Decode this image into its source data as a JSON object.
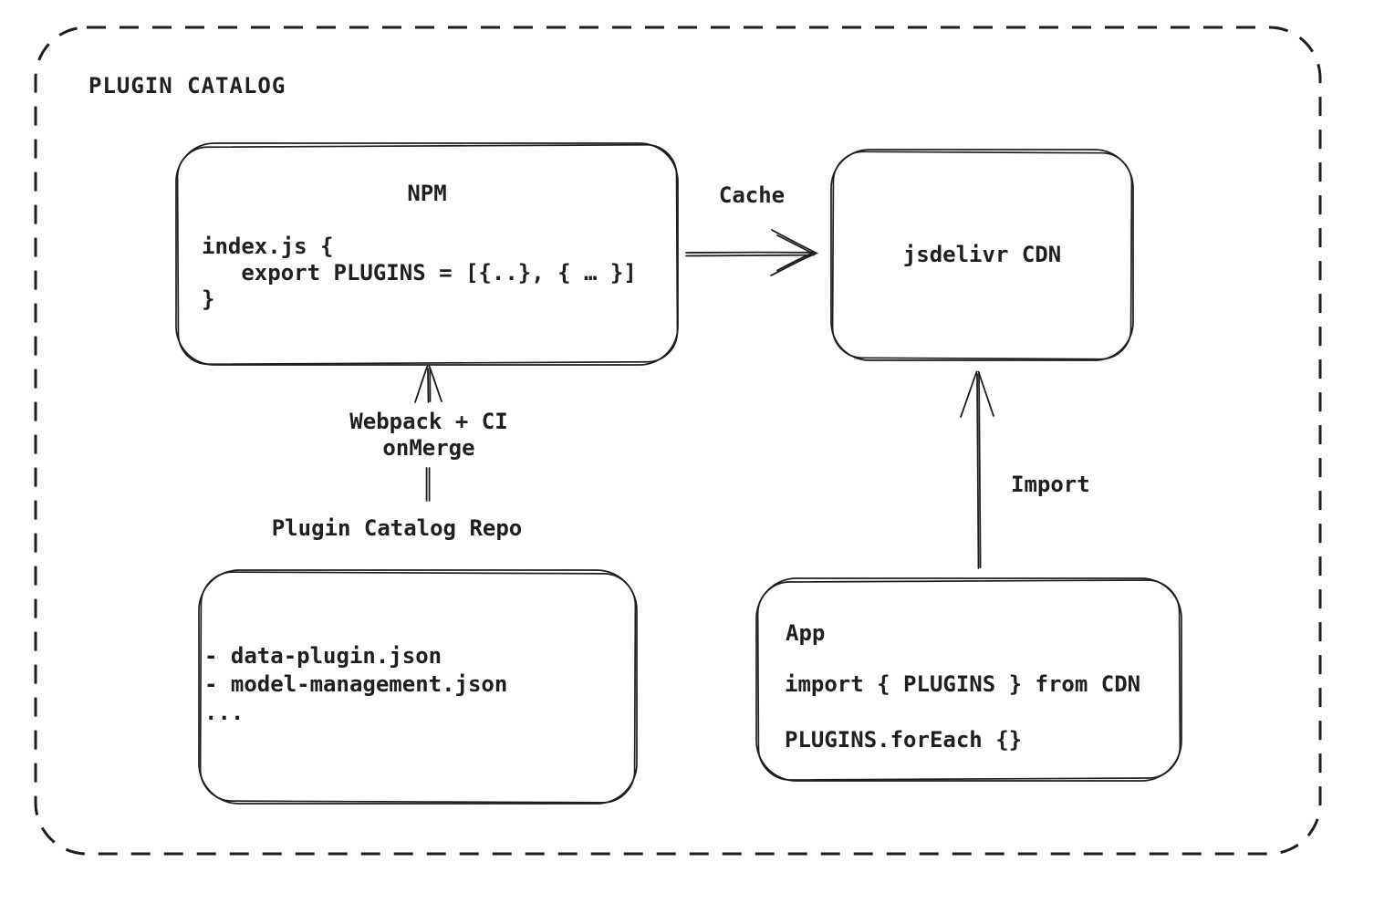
{
  "title": "PLUGIN CATALOG",
  "nodes": {
    "npm": {
      "title": "NPM",
      "code": "index.js {\n   export PLUGINS = [{..}, { … }]\n}"
    },
    "cdn": {
      "title": "jsdelivr CDN"
    },
    "repo": {
      "label": "Plugin Catalog Repo",
      "files": "- data-plugin.json\n- model-management.json\n..."
    },
    "app": {
      "title": "App",
      "import_line": "import { PLUGINS } from CDN",
      "foreach_line": "PLUGINS.forEach {}"
    }
  },
  "edges": {
    "cache": "Cache",
    "webpack_ci": "Webpack + CI\nonMerge",
    "import": "Import"
  },
  "colors": {
    "stroke": "#1e1e1e",
    "text": "#1f1f1f",
    "background": "#ffffff"
  }
}
